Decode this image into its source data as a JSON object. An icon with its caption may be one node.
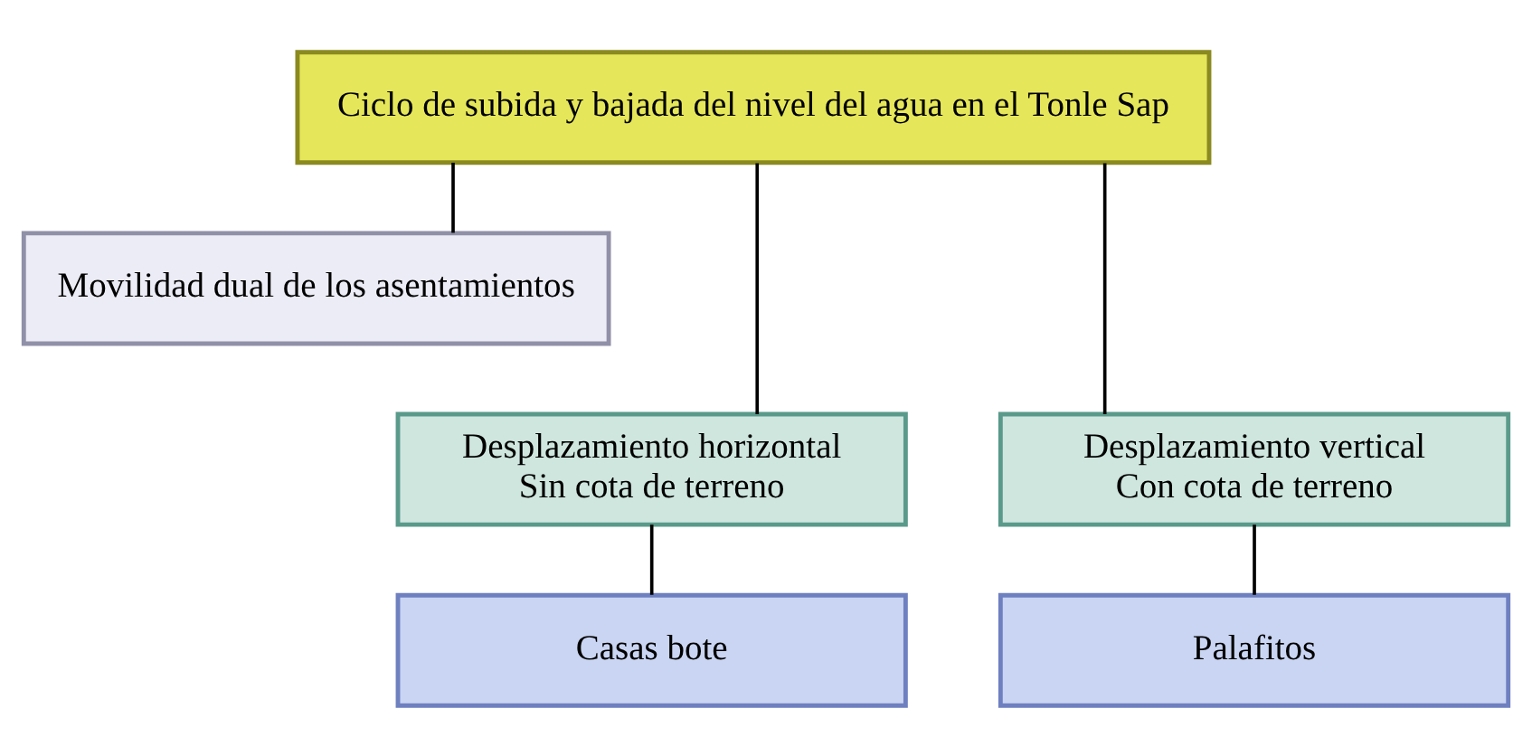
{
  "diagram": {
    "nodes": [
      {
        "text": [
          "Ciclo de subida y bajada del nivel del agua en el Tonle Sap"
        ]
      },
      {
        "text": [
          "Movilidad dual de los asentamientos"
        ]
      },
      {
        "text": [
          "Desplazamiento horizontal",
          "Sin cota de terreno"
        ]
      },
      {
        "text": [
          "Desplazamiento vertical",
          "Con cota de terreno"
        ]
      },
      {
        "text": [
          "Casas bote"
        ]
      },
      {
        "text": [
          "Palafitos"
        ]
      }
    ],
    "edges": [
      {
        "from": 0,
        "to": 1,
        "arrow": "none"
      },
      {
        "from": 0,
        "to": 2,
        "arrow": "none"
      },
      {
        "from": 0,
        "to": 3,
        "arrow": "none"
      },
      {
        "from": 2,
        "to": 4,
        "arrow": "none"
      },
      {
        "from": 3,
        "to": 5,
        "arrow": "none"
      }
    ]
  }
}
